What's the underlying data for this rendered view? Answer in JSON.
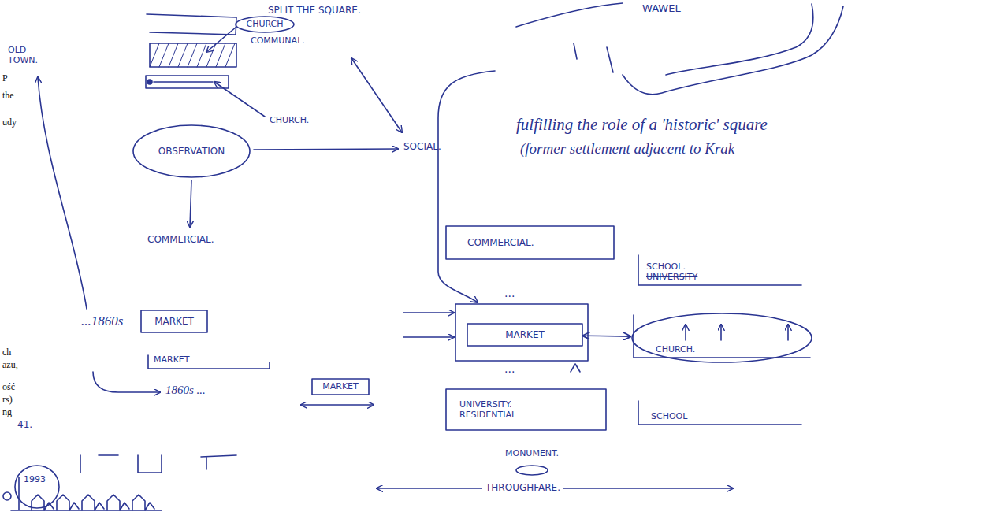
{
  "diagram": {
    "nodes": [
      {
        "text": [
          "CHURCH"
        ]
      },
      {
        "text": [
          "OBSERVATION"
        ]
      },
      {
        "text": [
          "MARKET"
        ]
      },
      {
        "text": [
          "MARKET"
        ]
      },
      {
        "text": [
          "MARKET"
        ]
      },
      {
        "text": [
          "COMMERCIAL."
        ]
      },
      {
        "text": [
          "MARKET"
        ]
      },
      {
        "text": [
          "UNIVERSITY.",
          "RESIDENTIAL"
        ]
      },
      {
        "text": [
          "MONUMENT."
        ]
      },
      {
        "text": [
          "SCHOOL.",
          "UNIVERSITY"
        ]
      },
      {
        "text": [
          "CHURCH."
        ]
      },
      {
        "text": [
          "SCHOOL"
        ]
      },
      {
        "text": [
          "1993"
        ]
      }
    ],
    "edges": [
      {
        "from": 6,
        "to": 10,
        "arrow": "both"
      }
    ],
    "labels": [
      "SPLIT THE SQUARE.",
      "WAWEL",
      "OLD TOWN.",
      "COMMUNAL.",
      "CHURCH.",
      "SOCIAL.",
      "COMMERCIAL.",
      "fulfilling the role of a 'historic' square",
      "(former settlement adjacent to Krak",
      "...1860s",
      "1860s ...",
      "...",
      "...",
      "THROUGHFARE.",
      "P",
      "the",
      "udy",
      "ch",
      "azu,",
      "ość",
      "rs)",
      "ng",
      "41."
    ]
  }
}
